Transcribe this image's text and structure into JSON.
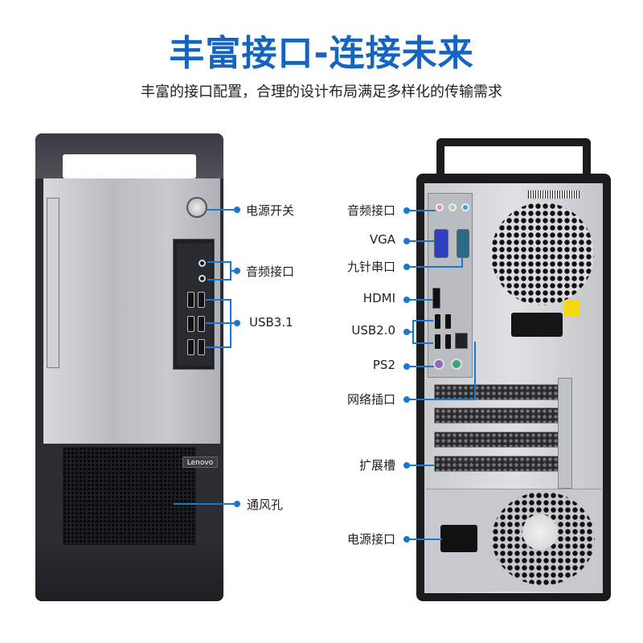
{
  "header": {
    "title": "丰富接口-连接未来",
    "subtitle": "丰富的接口配置，合理的设计布局满足多样化的传输需求"
  },
  "colors": {
    "accent": "#1565c0",
    "callout": "#1976d2"
  },
  "front_view": {
    "brand": "Lenovo",
    "callouts": [
      {
        "id": "power-switch",
        "label": "电源开关"
      },
      {
        "id": "audio-ports",
        "label": "音频接口"
      },
      {
        "id": "usb31",
        "label": "USB3.1"
      },
      {
        "id": "vents",
        "label": "通风孔"
      }
    ]
  },
  "rear_view": {
    "callouts": [
      {
        "id": "audio-ports",
        "label": "音频接口"
      },
      {
        "id": "vga",
        "label": "VGA"
      },
      {
        "id": "serial",
        "label": "九针串口"
      },
      {
        "id": "hdmi",
        "label": "HDMI"
      },
      {
        "id": "usb20",
        "label": "USB2.0"
      },
      {
        "id": "ps2",
        "label": "PS2"
      },
      {
        "id": "network",
        "label": "网络插口"
      },
      {
        "id": "expansion",
        "label": "扩展槽"
      },
      {
        "id": "power-input",
        "label": "电源接口"
      }
    ]
  }
}
